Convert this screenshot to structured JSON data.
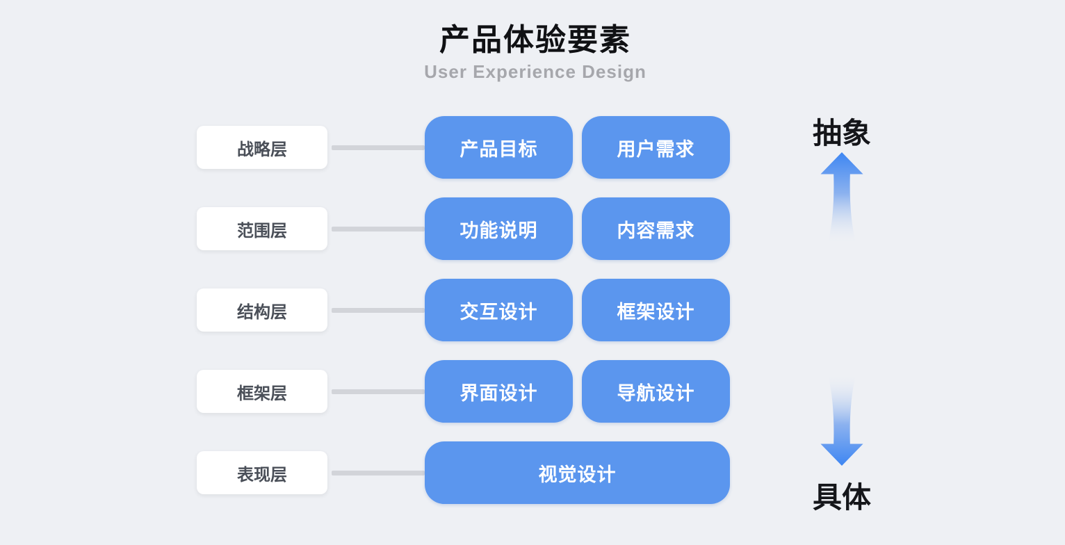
{
  "title": "产品体验要素",
  "subtitle": "User Experience Design",
  "rows": [
    {
      "label": "战略层",
      "items": [
        "产品目标",
        "用户需求"
      ]
    },
    {
      "label": "范围层",
      "items": [
        "功能说明",
        "内容需求"
      ]
    },
    {
      "label": "结构层",
      "items": [
        "交互设计",
        "框架设计"
      ]
    },
    {
      "label": "框架层",
      "items": [
        "界面设计",
        "导航设计"
      ]
    },
    {
      "label": "表现层",
      "items": [
        "视觉设计"
      ]
    }
  ],
  "axis": {
    "top_label": "抽象",
    "bottom_label": "具体"
  },
  "colors": {
    "background": "#eef0f4",
    "pill_blue": "#5b96ee",
    "label_box_bg": "#ffffff",
    "label_text": "#4a4f58",
    "connector_gray": "#d2d4d9",
    "title_text": "#101114",
    "subtitle_text": "#a6a7ac",
    "arrow_blue_strong": "#3e86f2",
    "arrow_blue_fade": "#eef0f4"
  }
}
